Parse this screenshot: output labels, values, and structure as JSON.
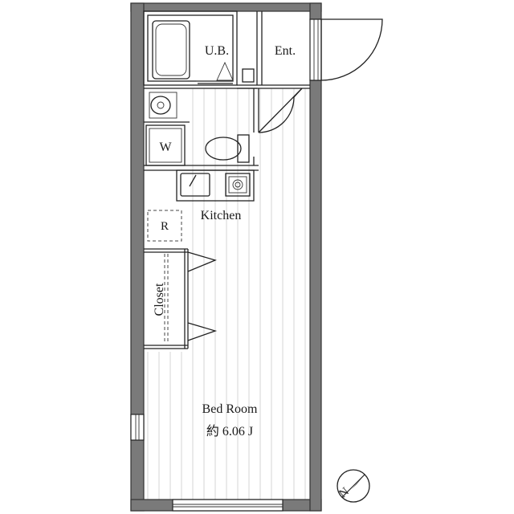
{
  "rooms": {
    "unit_bath": "U.B.",
    "entrance": "Ent.",
    "washer": "W",
    "kitchen": "Kitchen",
    "fridge": "R",
    "closet": "Closet",
    "bedroom": "Bed Room",
    "bedroom_area": "約 6.06 J"
  },
  "compass": {
    "north_symbol": "N"
  }
}
